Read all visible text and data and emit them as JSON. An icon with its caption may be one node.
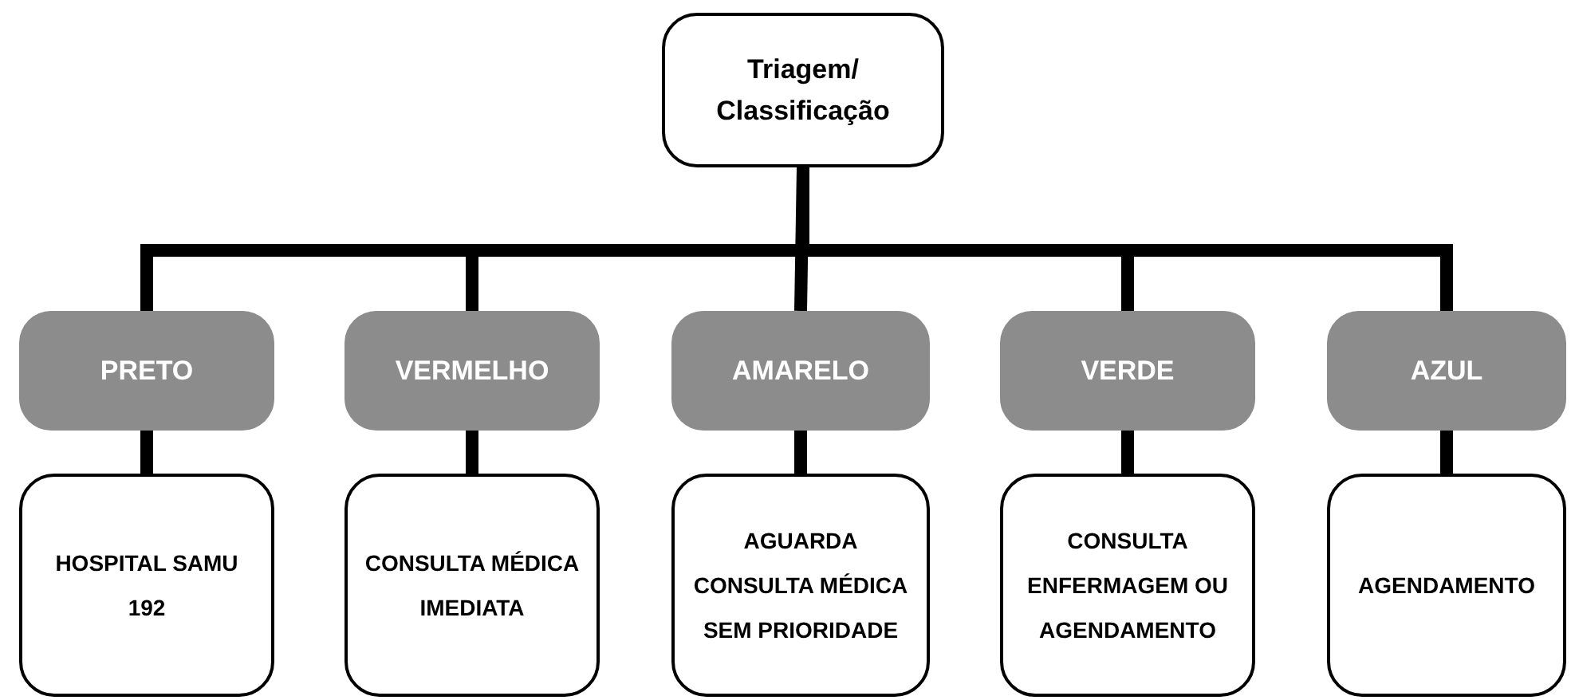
{
  "diagram": {
    "nodes": [
      {
        "text": [
          "Triagem/ Classificação"
        ]
      },
      {
        "text": [
          "PRETO"
        ]
      },
      {
        "text": [
          "VERMELHO"
        ]
      },
      {
        "text": [
          "AMARELO"
        ]
      },
      {
        "text": [
          "VERDE"
        ]
      },
      {
        "text": [
          "AZUL"
        ]
      },
      {
        "text": [
          "HOSPITAL SAMU 192"
        ]
      },
      {
        "text": [
          "CONSULTA MÉDICA IMEDIATA"
        ]
      },
      {
        "text": [
          "AGUARDA CONSULTA MÉDICA SEM PRIORIDADE"
        ]
      },
      {
        "text": [
          "CONSULTA ENFERMAGEM OU AGENDAMENTO"
        ]
      },
      {
        "text": [
          "AGENDAMENTO"
        ]
      }
    ],
    "edges": [
      {
        "from": 0,
        "to": 1,
        "arrow": "none"
      },
      {
        "from": 0,
        "to": 2,
        "arrow": "none"
      },
      {
        "from": 0,
        "to": 3,
        "arrow": "none"
      },
      {
        "from": 0,
        "to": 4,
        "arrow": "none"
      },
      {
        "from": 0,
        "to": 5,
        "arrow": "none"
      },
      {
        "from": 1,
        "to": 6,
        "arrow": "none"
      },
      {
        "from": 2,
        "to": 7,
        "arrow": "none"
      },
      {
        "from": 3,
        "to": 8,
        "arrow": "none"
      },
      {
        "from": 4,
        "to": 9,
        "arrow": "none"
      },
      {
        "from": 5,
        "to": 10,
        "arrow": "none"
      }
    ]
  }
}
